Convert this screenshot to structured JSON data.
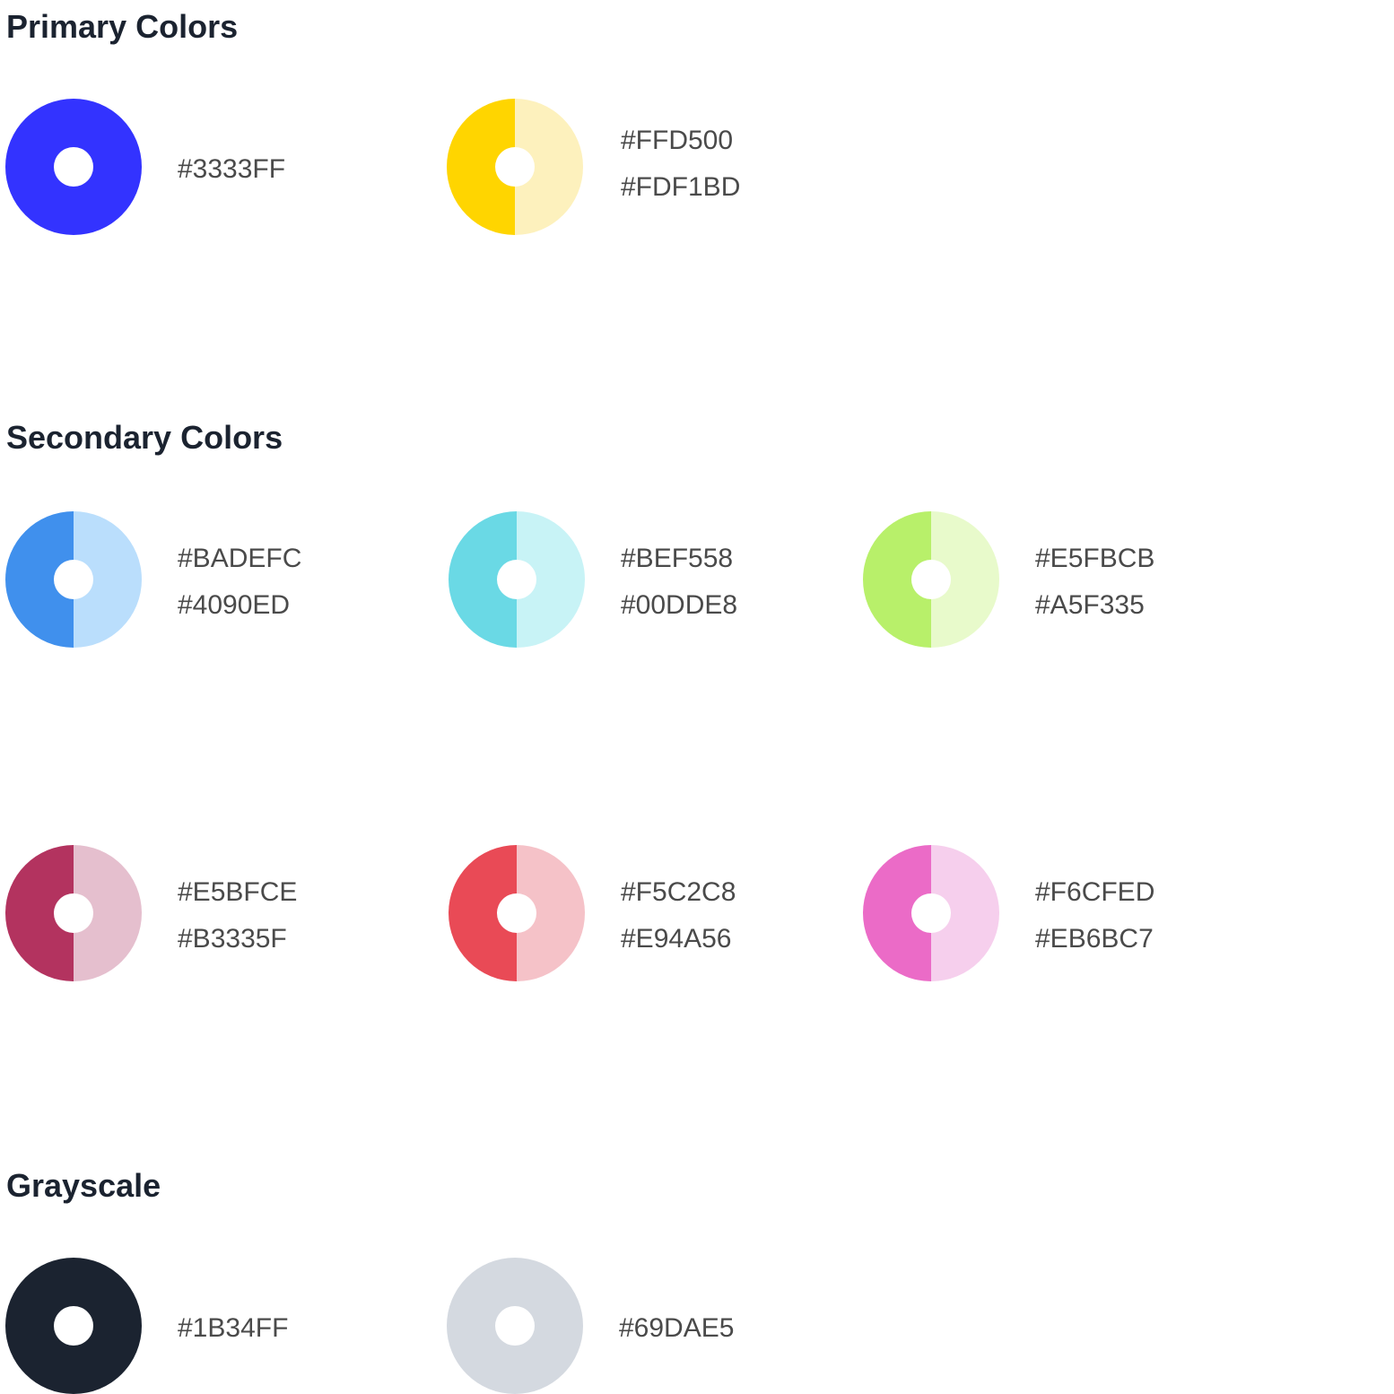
{
  "sections": [
    {
      "title": "Primary Colors",
      "swatches": [
        {
          "left": "#3333FF",
          "right": "#3333FF",
          "codes": [
            "#3333FF"
          ]
        },
        {
          "left": "#FFD500",
          "right": "#FDF1BD",
          "codes": [
            "#FFD500",
            "#FDF1BD"
          ]
        }
      ]
    },
    {
      "title": "Secondary Colors",
      "swatches": [
        {
          "left": "#4090ED",
          "right": "#BADEFC",
          "codes": [
            "#BADEFC",
            "#4090ED"
          ]
        },
        {
          "left": "#6AD9E5",
          "right": "#C8F3F6",
          "codes": [
            "#BEF558",
            "#00DDE8"
          ]
        },
        {
          "left": "#B8F06A",
          "right": "#E8FACB",
          "codes": [
            "#E5FBCB",
            "#A5F335"
          ]
        },
        {
          "left": "#B3335F",
          "right": "#E5BFCE",
          "codes": [
            "#E5BFCE",
            "#B3335F"
          ]
        },
        {
          "left": "#E94A56",
          "right": "#F5C2C8",
          "codes": [
            "#F5C2C8",
            "#E94A56"
          ]
        },
        {
          "left": "#EB6BC7",
          "right": "#F6CFED",
          "codes": [
            "#F6CFED",
            "#EB6BC7"
          ]
        }
      ]
    },
    {
      "title": "Grayscale",
      "swatches": [
        {
          "left": "#1B2330",
          "right": "#1B2330",
          "codes": [
            "#1B34FF"
          ]
        },
        {
          "left": "#D4D9E0",
          "right": "#D4D9E0",
          "codes": [
            "#69DAE5"
          ]
        }
      ]
    }
  ]
}
